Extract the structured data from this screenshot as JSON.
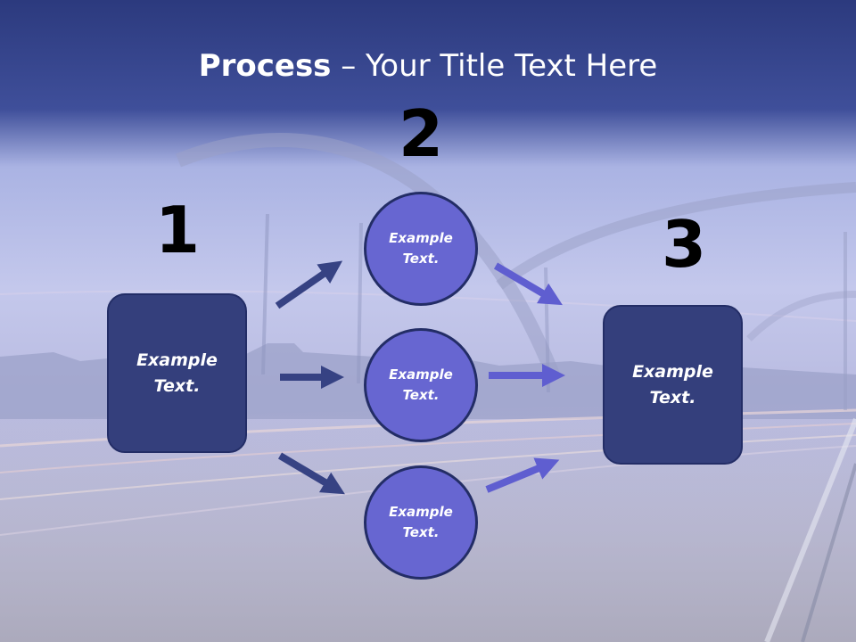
{
  "title": {
    "bold": "Process",
    "rest": " – Your Title Text Here"
  },
  "steps": {
    "step1": {
      "number": "1",
      "text": "Example Text."
    },
    "step2": {
      "number": "2",
      "items": [
        {
          "text": "Example Text."
        },
        {
          "text": "Example Text."
        },
        {
          "text": "Example Text."
        }
      ]
    },
    "step3": {
      "number": "3",
      "text": "Example Text."
    }
  },
  "colors": {
    "header": "#2f3d84",
    "box_fill": "#343f7c",
    "circle_fill": "#6766d1",
    "outline": "#232d66",
    "arrow_dark": "#364283",
    "arrow_light": "#5f5ed0"
  }
}
